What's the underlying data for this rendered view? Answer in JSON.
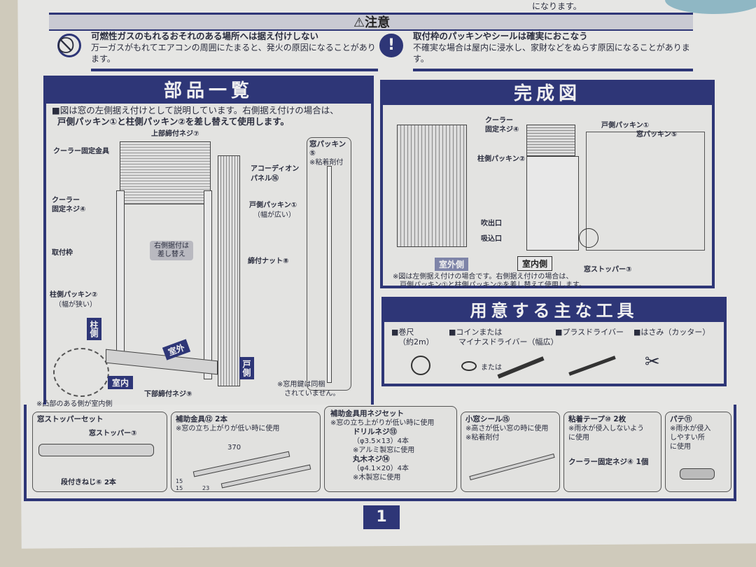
{
  "top_fragment": "になります。",
  "caution": {
    "title": "⚠注意",
    "left": {
      "icon": "prohibited-icon",
      "heading": "可燃性ガスのもれるおそれのある場所へは据え付けしない",
      "body": "万一ガスがもれてエアコンの周囲にたまると、発火の原因になることがあります。"
    },
    "right": {
      "icon": "exclamation-icon",
      "heading": "取付枠のパッキンやシールは確実におこなう",
      "body": "不確実な場合は屋内に浸水し、家財などをぬらす原因になることがあります。"
    }
  },
  "parts": {
    "title": "部品一覧",
    "note_line1": "■図は窓の左側据え付けとして説明しています。右側据え付けの場合は、",
    "note_line2": "戸側パッキン①と柱側パッキン②を差し替えて使用します。",
    "labels": {
      "top_screw": "上部締付ネジ⑦",
      "cooler_bracket": "クーラー固定金具",
      "accordion": "アコーディオン",
      "accordion2": "パネル⑯",
      "cooler_screw1": "クーラー",
      "cooler_screw2": "固定ネジ④",
      "door_packing": "戸側パッキン①",
      "door_packing_note": "（幅が広い）",
      "frame": "取付枠",
      "swap1": "右側据付は",
      "swap2": "差し替え",
      "nut": "締付ナット⑧",
      "pillar_packing": "柱側パッキン②",
      "pillar_packing_note": "（幅が狭い）",
      "pillar_side": "柱側",
      "door_side": "戸側",
      "outdoor": "室外",
      "indoor": "室内",
      "bottom_screw": "下部締付ネジ⑨",
      "convex_note": "※凸部のある側が室内側",
      "window_packing": "窓パッキン⑤",
      "adhesive": "※粘着剤付",
      "key_note1": "※窓用鍵は同梱",
      "key_note2": "されていません。"
    }
  },
  "completed": {
    "title": "完成図",
    "labels": {
      "cooler_screw1": "クーラー",
      "cooler_screw2": "固定ネジ④",
      "door_packing": "戸側パッキン①",
      "window_packing": "窓パッキン⑤",
      "pillar_packing": "柱側パッキン②",
      "outlet": "吹出口",
      "inlet": "吸込口",
      "outdoor_side": "室外側",
      "indoor_side": "室内側",
      "stopper": "窓ストッパー③"
    },
    "note_line1": "※図は左側据え付けの場合です。右側据え付けの場合は、",
    "note_line2": "戸側パッキン①と柱側パッキン②を差し替えて使用します。"
  },
  "tools": {
    "title": "用意する主な工具",
    "items": [
      {
        "label": "■巻尺",
        "sub": "（約2m）",
        "icon": "tape-measure-icon"
      },
      {
        "label": "■コインまたは",
        "sub": "マイナスドライバー（幅広）",
        "or": "または",
        "icon": "flathead-screwdriver-icon"
      },
      {
        "label": "■プラスドライバー",
        "icon": "phillips-screwdriver-icon"
      },
      {
        "label": "■はさみ（カッター）",
        "icon": "scissors-icon"
      }
    ]
  },
  "accessories": [
    {
      "title": "窓ストッパーセット",
      "l1": "窓ストッパー③",
      "l2": "段付きねじ⑥ 2本"
    },
    {
      "title": "補助金具⑫ 2本",
      "l1": "※窓の立ち上がりが低い時に使用",
      "dim_len": "370",
      "dim_a": "15",
      "dim_b": "15",
      "dim_c": "23"
    },
    {
      "title": "補助金具用ネジセット",
      "l1": "※窓の立ち上がりが低い時に使用",
      "drill": "ドリルネジ⑬",
      "drill_size": "（φ3.5×13）4本",
      "drill_use": "※アルミ製窓に使用",
      "wood": "丸木ネジ⑭",
      "wood_size": "（φ4.1×20）4本",
      "wood_use": "※木製窓に使用"
    },
    {
      "title": "小窓シール⑮",
      "l1": "※高さが低い窓の時に使用",
      "l2": "※粘着剤付"
    },
    {
      "title": "粘着テープ⑩ 2枚",
      "l1": "※雨水が侵入しないよう",
      "l2": "に使用",
      "l3": "クーラー固定ネジ④ 1個"
    },
    {
      "title": "パテ⑪",
      "l1": "※雨水が侵入",
      "l2": "しやすい所",
      "l3": "に使用"
    }
  ],
  "page_number": "1",
  "colors": {
    "navy": "#2e3677",
    "paper": "#e6e6e4"
  }
}
